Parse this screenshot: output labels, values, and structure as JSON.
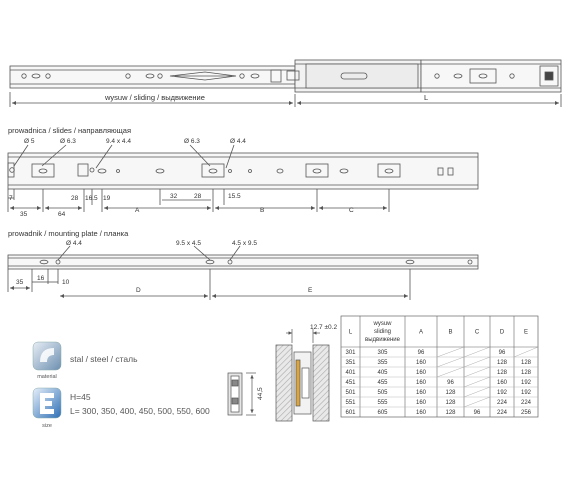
{
  "labels": {
    "sliding": "wysuw / sliding / выдвижение",
    "L": "L",
    "section_slides": "prowadnica / slides / направляющая",
    "section_plate": "prowadnik / mounting plate / планка",
    "material_icon_label": "material",
    "size_icon_label": "size",
    "material_text": "stal / steel / сталь",
    "height_text": "H=45",
    "length_text": "L= 300, 350, 400, 450, 500, 550, 600",
    "profile_height": "44,5",
    "profile_width": "12.7 ±0.2"
  },
  "slides_dims": {
    "d1": "Ø 5",
    "d2": "Ø 6.3",
    "slot1": "9.4 x 4.4",
    "d3": "Ø 6.3",
    "d4": "Ø 4.4",
    "v7": "7",
    "v35": "35",
    "v64": "64",
    "v28": "28",
    "v16_5": "16.5",
    "v19": "19",
    "A": "A",
    "v32": "32",
    "v28b": "28",
    "v15_5": "15.5",
    "B": "B",
    "C": "C"
  },
  "plate_dims": {
    "d44": "Ø 4.4",
    "s1": "9.5 x 4.5",
    "s2": "4.5 x 9.5",
    "v35": "35",
    "v16": "16",
    "v10": "10",
    "D": "D",
    "E": "E"
  },
  "table": {
    "headers": [
      "L",
      "wysuw sliding выдвижение",
      "A",
      "B",
      "C",
      "D",
      "E"
    ],
    "header_lines": [
      "wysuw",
      "sliding",
      "выдвижение"
    ],
    "rows": [
      [
        "301",
        "305",
        "96",
        "",
        "",
        "96",
        ""
      ],
      [
        "351",
        "355",
        "160",
        "",
        "",
        "128",
        "128"
      ],
      [
        "401",
        "405",
        "160",
        "",
        "",
        "128",
        "128"
      ],
      [
        "451",
        "455",
        "160",
        "96",
        "",
        "160",
        "192"
      ],
      [
        "501",
        "505",
        "160",
        "128",
        "",
        "192",
        "192"
      ],
      [
        "551",
        "555",
        "160",
        "128",
        "",
        "224",
        "224"
      ],
      [
        "601",
        "605",
        "160",
        "128",
        "96",
        "224",
        "256"
      ]
    ]
  },
  "colors": {
    "line": "#555555",
    "part_fill": "#f4f4f4",
    "icon_blue": "#3a7fc1",
    "section_fill": "#d9a441"
  },
  "icons": [
    "material-icon",
    "size-icon"
  ]
}
